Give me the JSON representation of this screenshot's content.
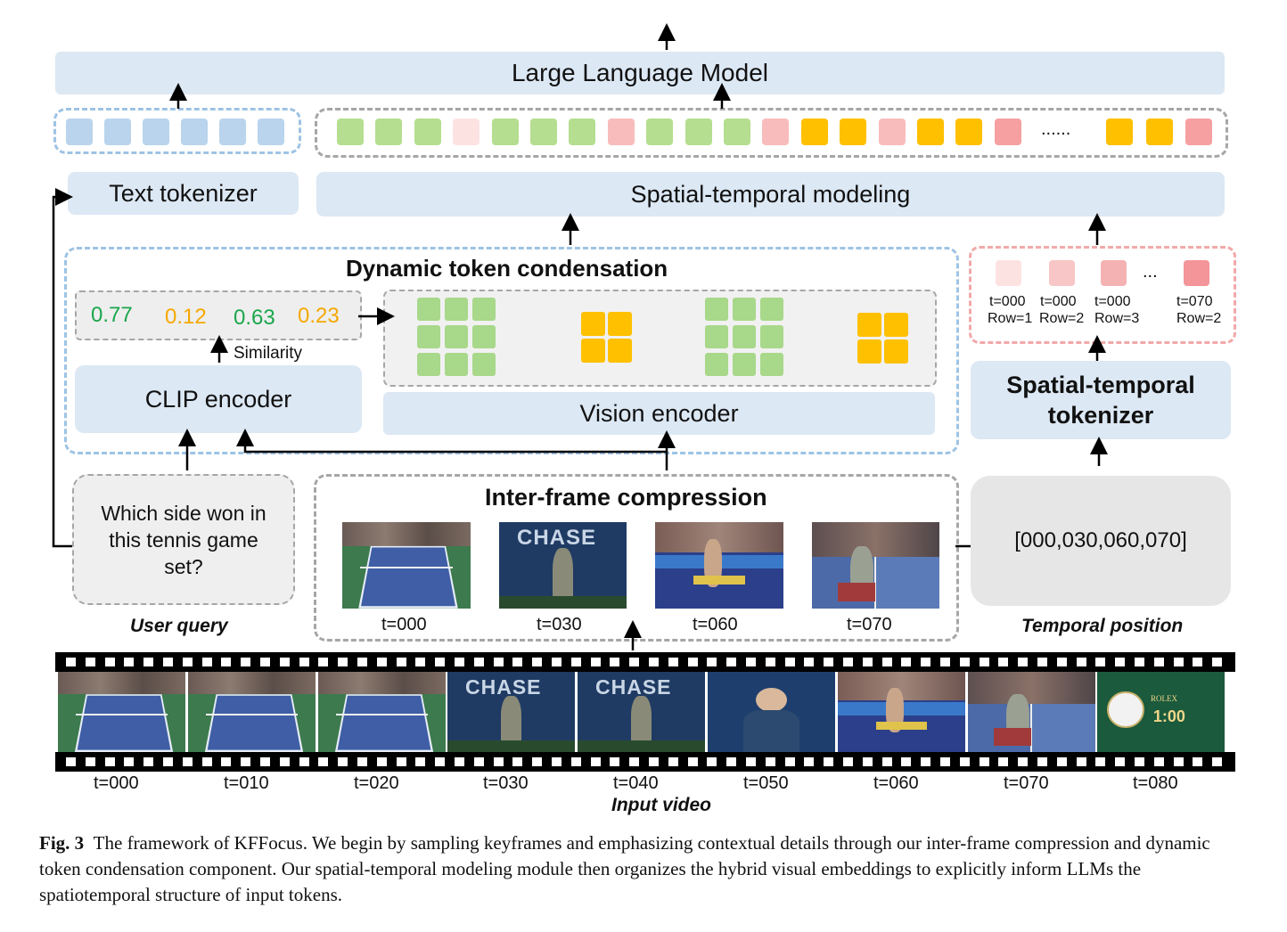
{
  "llm": {
    "label": "Large Language Model"
  },
  "text_tokenizer": {
    "label": "Text tokenizer"
  },
  "spatial_temporal_modeling": {
    "label": "Spatial-temporal modeling"
  },
  "token_sequence": {
    "text_tokens": [
      "blue",
      "blue",
      "blue",
      "blue",
      "blue",
      "blue"
    ],
    "visual_tokens": [
      "green",
      "green",
      "green",
      "pink-light",
      "green",
      "green",
      "green",
      "pink-mid",
      "green",
      "green",
      "green",
      "pink-mid",
      "orange",
      "orange",
      "pink-mid",
      "orange",
      "orange",
      "pink-dark"
    ],
    "ellipsis": "......",
    "tail_tokens": [
      "orange",
      "orange",
      "pink-dark"
    ]
  },
  "dynamic_token_condensation": {
    "title": "Dynamic token condensation",
    "similarity_scores": [
      {
        "value": "0.77",
        "color": "#1aa64b"
      },
      {
        "value": "0.12",
        "color": "#f5a800"
      },
      {
        "value": "0.63",
        "color": "#1aa64b"
      },
      {
        "value": "0.23",
        "color": "#f5a800"
      }
    ],
    "similarity_label": "Similarity",
    "clip_encoder": "CLIP encoder",
    "vision_encoder": "Vision encoder"
  },
  "st_tokenizer": {
    "tokens": [
      {
        "t": "t=000",
        "row": "Row=1"
      },
      {
        "t": "t=000",
        "row": "Row=2"
      },
      {
        "t": "t=000",
        "row": "Row=3"
      },
      {
        "t": "t=070",
        "row": "Row=2"
      }
    ],
    "ellipsis": "...",
    "label_line1": "Spatial-temporal",
    "label_line2": "tokenizer"
  },
  "user_query": {
    "text_line1": "Which side won in",
    "text_line2": "this tennis game",
    "text_line3": "set?",
    "caption": "User query"
  },
  "inter_frame": {
    "title": "Inter-frame compression",
    "frames": [
      "t=000",
      "t=030",
      "t=060",
      "t=070"
    ]
  },
  "temporal_position": {
    "value": "[000,030,060,070]",
    "caption": "Temporal position"
  },
  "input_video": {
    "frames": [
      "t=000",
      "t=010",
      "t=020",
      "t=030",
      "t=040",
      "t=050",
      "t=060",
      "t=070",
      "t=080"
    ],
    "caption": "Input video",
    "sign_text": "CHASE",
    "clock_brand": "ROLEX",
    "clock_time": "1:00"
  },
  "figure_caption": {
    "label": "Fig. 3",
    "text": "The framework of KFFocus. We begin by sampling keyframes and emphasizing contextual details through our inter-frame compression and dynamic token condensation component. Our spatial-temporal modeling module then organizes the hybrid visual embeddings to explicitly inform LLMs the spatiotemporal structure of input tokens."
  },
  "colors": {
    "box_fill": "#dce8f4",
    "blue_dash": "#9ec3e4",
    "gray_dash": "#a6a6a6",
    "pink_dash": "#f2a9a9",
    "green_token": "#b5de90",
    "orange_token": "#ffc000"
  }
}
